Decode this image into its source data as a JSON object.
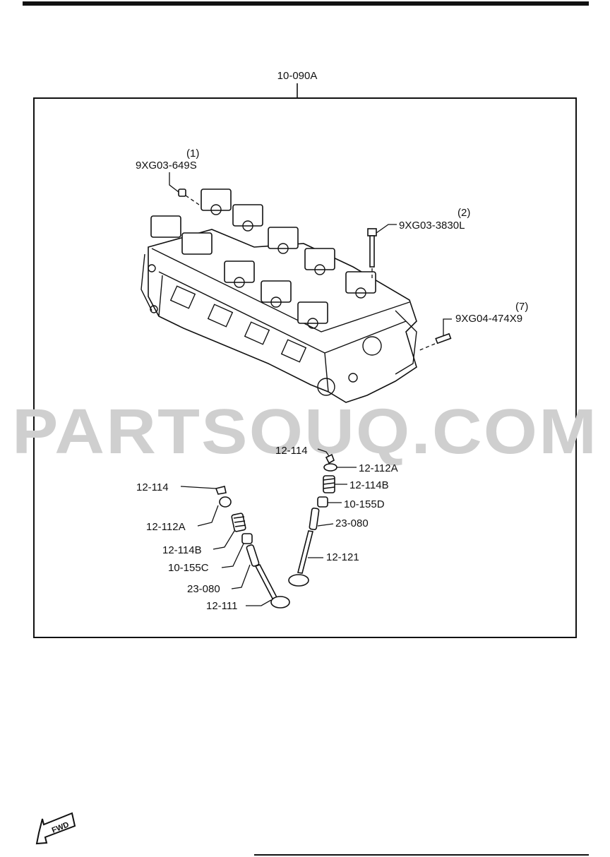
{
  "assembly": {
    "label": "10-090A"
  },
  "callouts": {
    "bolt_small": {
      "qty": "(1)",
      "part": "9XG03-649S"
    },
    "bolt_long": {
      "qty": "(2)",
      "part": "9XG03-3830L"
    },
    "stud": {
      "qty": "(7)",
      "part": "9XG04-474X9"
    }
  },
  "valve_left": {
    "keeper": "12-114",
    "retainer": "12-112A",
    "spring": "12-114B",
    "seal": "10-155C",
    "guide": "23-080",
    "valve": "12-111"
  },
  "valve_right": {
    "keeper": "12-114",
    "retainer": "12-112A",
    "spring": "12-114B",
    "seal": "10-155D",
    "guide": "23-080",
    "valve": "12-121"
  },
  "watermark": "PARTSOUQ.COM",
  "fwd_label": "FWD",
  "colors": {
    "ink": "#111111",
    "watermark": "#cfcfcf",
    "paper": "#ffffff"
  }
}
